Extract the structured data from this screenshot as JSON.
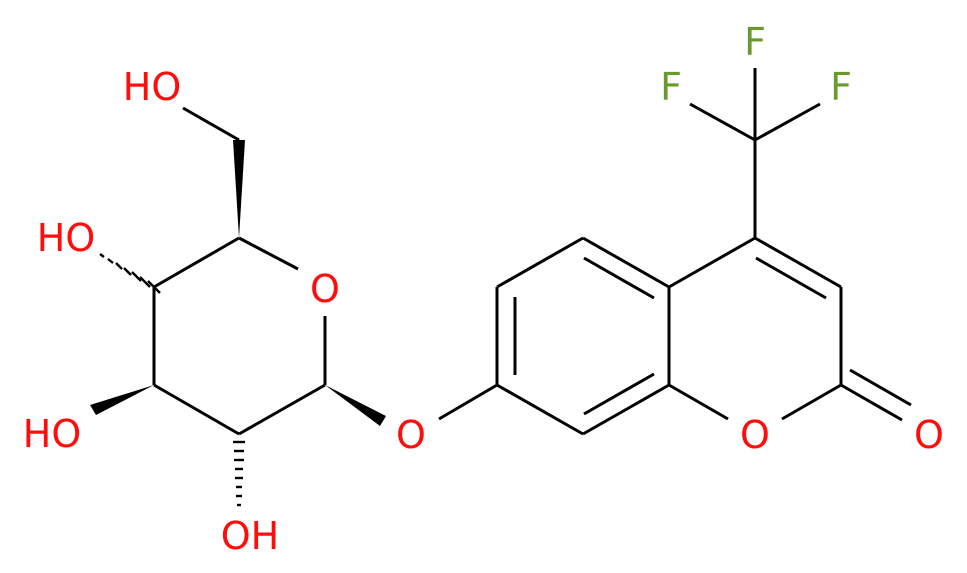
{
  "colors": {
    "oxygen": "#ff0d0d",
    "fluorine": "#6a9a2e",
    "bond": "#000000",
    "background": "#ffffff"
  },
  "atoms": {
    "ho_top": "HO",
    "ho_c4": "HO",
    "ho_c3": "HO",
    "oh_c2": "OH",
    "o_ring_sugar": "O",
    "o_glycosidic": "O",
    "o_ring_lactone": "O",
    "o_carbonyl": "O",
    "f_top": "F",
    "f_left": "F",
    "f_right": "F"
  }
}
